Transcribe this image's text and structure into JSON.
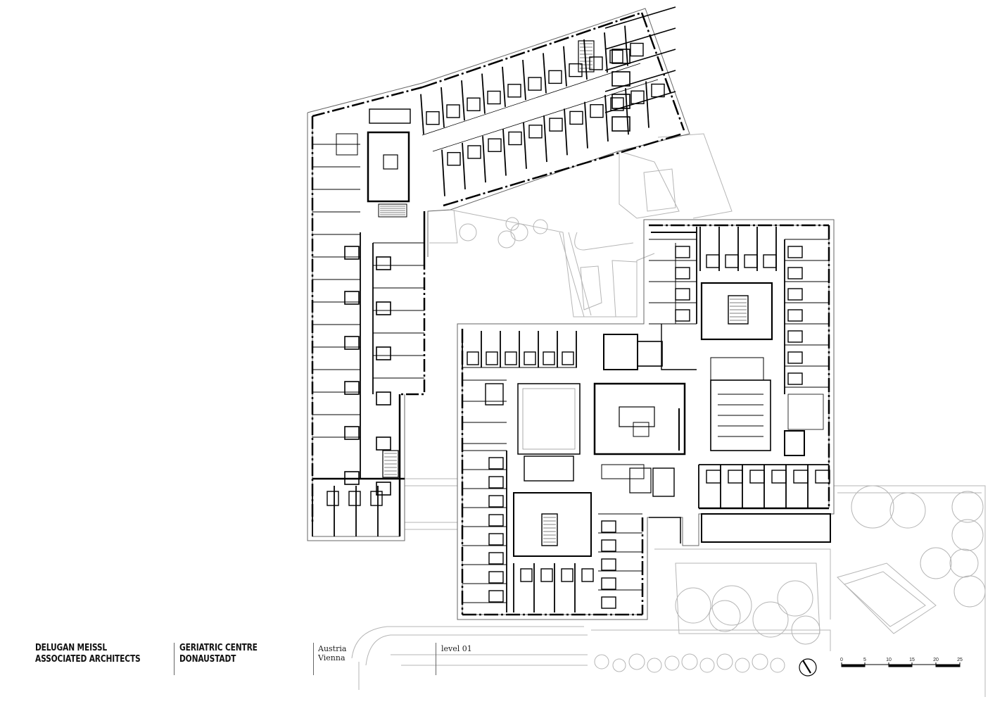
{
  "firm": {
    "line1": "DELUGAN MEISSL",
    "line2": "ASSOCIATED ARCHITECTS"
  },
  "project": {
    "line1": "GERIATRIC CENTRE",
    "line2": "DONAUSTADT"
  },
  "location": {
    "country": "Austria",
    "city": "Vienna"
  },
  "level": "level 01",
  "scale": {
    "labels": [
      "0",
      "5",
      "10",
      "15",
      "20",
      "25"
    ]
  },
  "colors": {
    "wall": "#000000",
    "thin_line": "#555555",
    "site_line": "#b0b0b0",
    "background": "#ffffff"
  },
  "icons": {
    "north": "north-arrow-icon"
  }
}
